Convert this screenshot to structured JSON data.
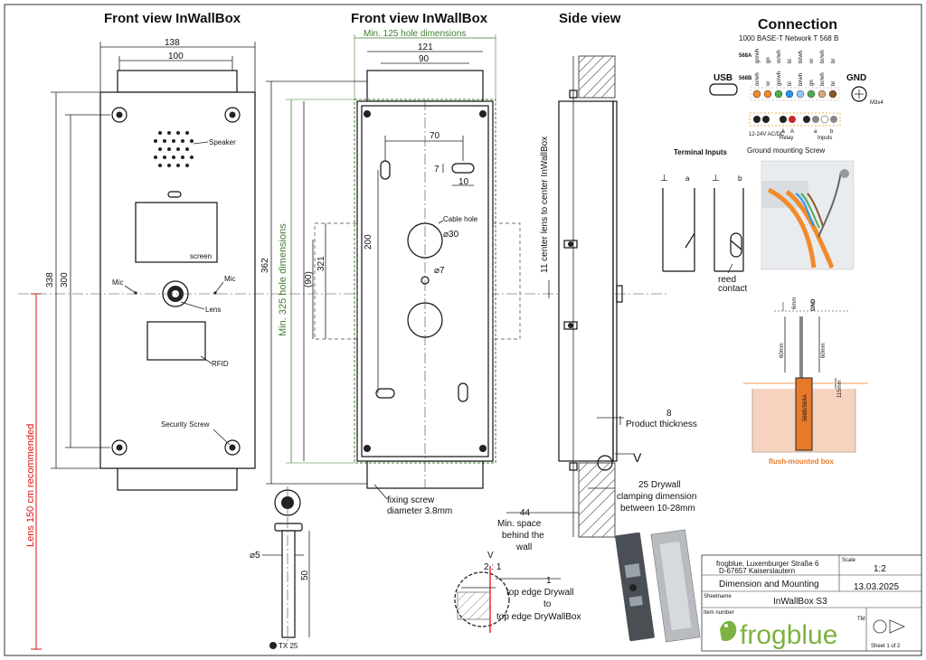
{
  "headings": {
    "front_view": "Front view InWallBox",
    "front_view_box": "Front view InWallBox",
    "side_view": "Side view",
    "connection": "Connection"
  },
  "front": {
    "dim_width": "138",
    "dim_screws": "100",
    "dim_height": "338",
    "dim_height_inner": "300",
    "speaker": "Speaker",
    "screen": "screen",
    "mic_left": "Mic",
    "mic_right": "Mic",
    "lens": "Lens",
    "rfid": "RFID",
    "security_screw": "Security Screw",
    "lens_recommended": "Lens 150 cm recommended"
  },
  "box": {
    "min_hole_width": "Min. 125 hole dimensions",
    "dim_121": "121",
    "dim_90": "90",
    "dim_70": "70",
    "dim_7": "7",
    "dim_10": "10",
    "cable_hole": "Cable hole",
    "dia_30": "⌀30",
    "dia_7": "⌀7",
    "dim_200": "200",
    "dim_90v": "(90)",
    "dim_321": "321",
    "dim_362": "362",
    "min_hole_height": "Min. 325 hole dimensions",
    "fixing_screw_1": "fixing screw",
    "fixing_screw_2": "diameter 3.8mm"
  },
  "side": {
    "center_lens": "11 center lens to center InWallBox",
    "dim_8": "8",
    "product_thickness": "Product thickness",
    "v_mark": "V",
    "drywall_1": "25 Drywall",
    "drywall_2": "clamping dimension",
    "drywall_3": "between 10-28mm",
    "dim_44": "44",
    "min_space_1": "Min. space",
    "min_space_2": "behind the",
    "min_space_3": "wall"
  },
  "detail": {
    "v_mark": "V",
    "scale": "2 : 1",
    "dim_1": "1",
    "line1": "top edge Drywall",
    "line2": "to",
    "line3": "top edge DryWallBox"
  },
  "screw": {
    "dia_5": "⌀5",
    "len_50": "50",
    "tx": "TX 25"
  },
  "connection": {
    "network": "1000 BASE-T Network T 568 B",
    "row_568a": "568A",
    "row_568b": "568B",
    "usb": "USB",
    "gnd": "GND",
    "m3x4": "M3x4",
    "pins_568a": [
      "gn/wh",
      "gn",
      "or/wh",
      "bl",
      "bl/wh",
      "or",
      "br/wh",
      "br"
    ],
    "pins_568b": [
      "or/wh",
      "or",
      "gn/wh",
      "bl",
      "bl/wh",
      "gn",
      "br/wh",
      "br"
    ],
    "power": "12-24V AC/DC",
    "relay": "Relay",
    "relay_a1": "A",
    "relay_a2": "A",
    "inputs": "Inputs",
    "inputs_a": "a",
    "inputs_b": "b",
    "terminal_inputs": "Terminal Inputs",
    "ground_screw": "Ground mounting Screw",
    "term_a": "a",
    "term_b": "b",
    "reed_1": "reed",
    "reed_2": "contact",
    "dim_6mm": "6mm",
    "gnd_label": "GND",
    "dim_60mm_l": "60mm",
    "dim_60mm_r": "60mm",
    "dim_115mm": "115mm",
    "cable_label": "568B/568A",
    "flush_box": "flush-mounted box"
  },
  "title_block": {
    "company": "frogblue, Luxemburger Straße 6",
    "address": "D-67657 Kaiserslautern",
    "scale_label": "Scale",
    "scale": "1:2",
    "sheet_title": "Dimension and Mounting",
    "date": "13.03.2025",
    "sheetname_label": "Sheetname",
    "item": "InWallBox S3",
    "item_label": "Item number",
    "brand": "frogblue",
    "tm": "TM",
    "sheet": "Sheet 1 of 2"
  },
  "colors": {
    "green_dim": "#3f7d32",
    "red_dim": "#e01010",
    "cable_orange": "#e8792a",
    "flush_box_fill": "#f6d3bf",
    "brand_green": "#7cb342"
  }
}
